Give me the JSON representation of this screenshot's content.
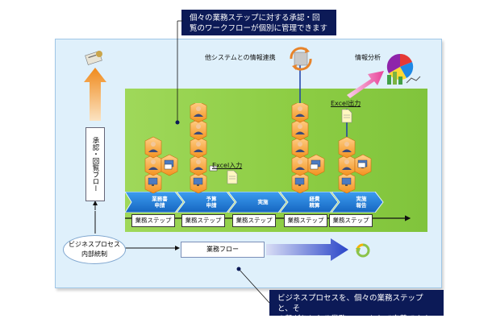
{
  "callouts": {
    "top": [
      "個々の業務ステップに対する承認・回",
      "覧のワークフローが個別に管理できます"
    ],
    "bottom": [
      "ビジネスプロセスを、個々の業務ステップと、そ",
      "の繋がりとなる業務フローとして定義できます"
    ]
  },
  "labels": {
    "integration": "他システムとの情報連携",
    "analysis": "情報分析",
    "excel_output": "Excel出力",
    "excel_input": "Excel入力"
  },
  "approval_flow": "承認・回覧フロー",
  "business_process": [
    "ビジネスプロセス",
    "内部統制"
  ],
  "business_flow": "業務フロー",
  "process_steps": [
    [
      "業務書",
      "申請"
    ],
    [
      "予算",
      "申請"
    ],
    [
      "実施"
    ],
    [
      "経費",
      "精算"
    ],
    [
      "実施",
      "報告"
    ]
  ],
  "step_label": "業務ステップ",
  "colors": {
    "callout_bg": "#0c1a57",
    "panel_bg": "#dff0fb",
    "green": "#8dcd44",
    "chevron_blue": "#1f7fd8",
    "orange": "#f59a25",
    "arrow_blue": "#2a45c8"
  },
  "icons": [
    "person-icon",
    "computer-icon",
    "mail-icon",
    "document-icon",
    "sync-icon",
    "analysis-icon",
    "recycle-icon",
    "approval-icon"
  ]
}
